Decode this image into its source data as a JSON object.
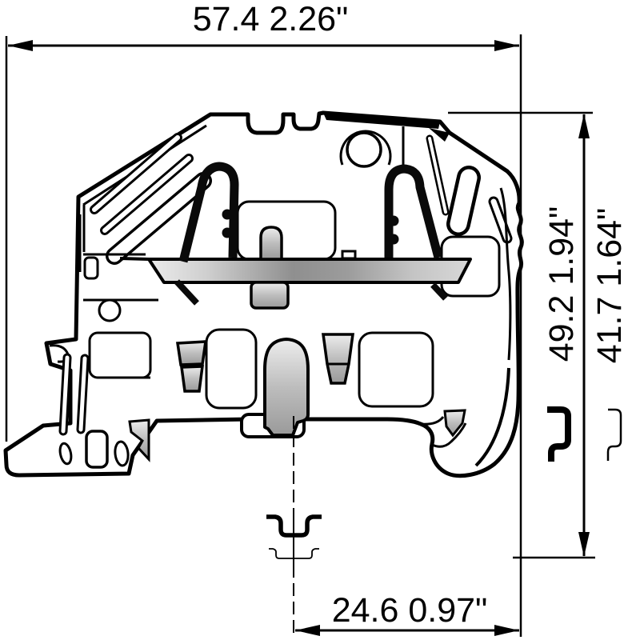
{
  "drawing": {
    "title": "terminal-block-side-view-dimension-drawing",
    "line_color": "#000000",
    "background_color": "#ffffff",
    "metal_gray": "#909090",
    "dimensions": {
      "width_total": {
        "mm": "57.4",
        "inch": "2.26\"",
        "label": "57.4 2.26\""
      },
      "height_total": {
        "mm": "49.2",
        "inch": "1.94\"",
        "label": "49.2 1.94\""
      },
      "height_rail_ref": {
        "mm": "41.7",
        "inch": "1.64\"",
        "label": "41.7 1.64\""
      },
      "width_foot": {
        "mm": "24.6",
        "inch": "0.97\"",
        "label": "24.6 0.97\""
      }
    }
  }
}
